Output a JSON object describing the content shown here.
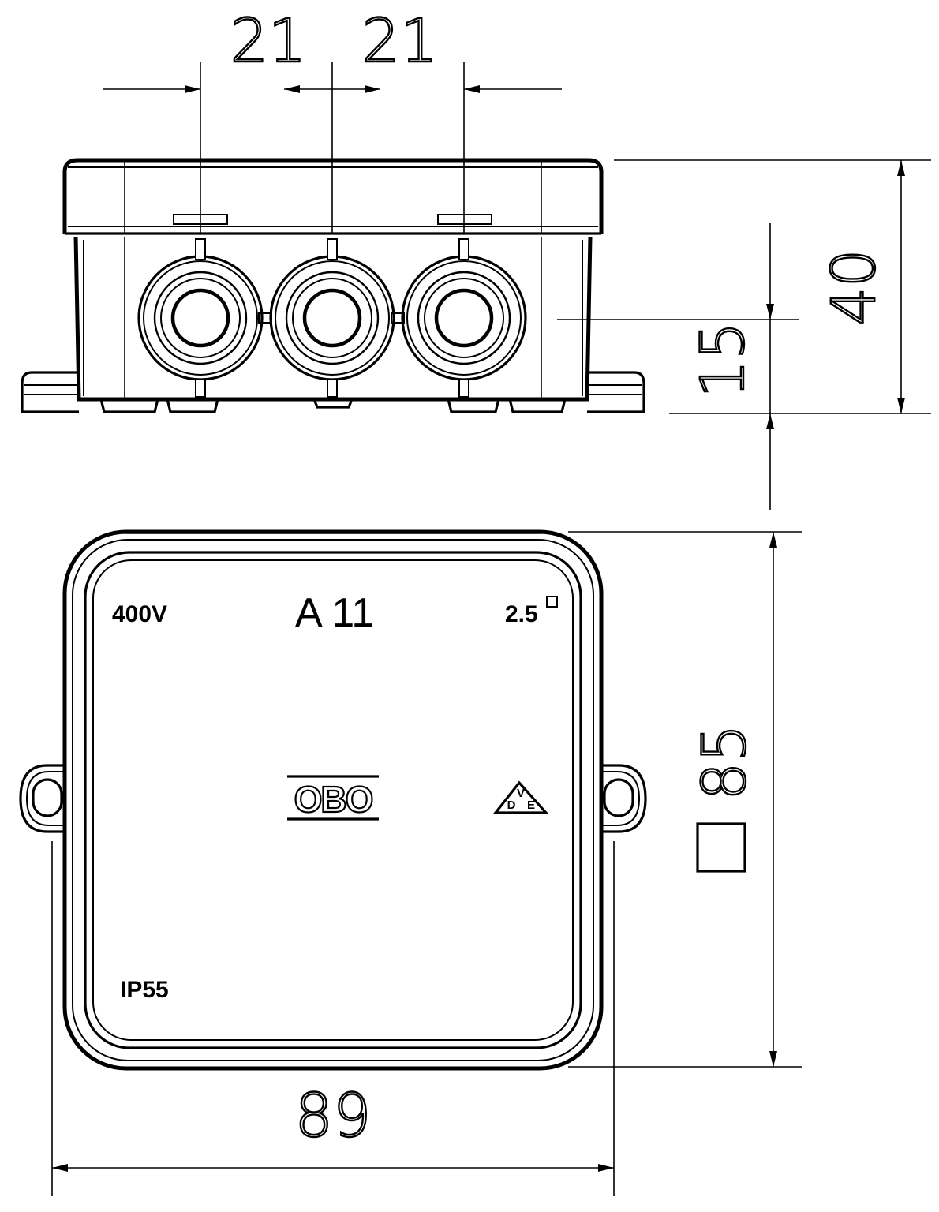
{
  "side_view": {
    "dim_top_left": "21",
    "dim_top_right": "21",
    "dim_height_total": "40",
    "dim_entry_height": "15"
  },
  "top_view": {
    "label_voltage": "400V",
    "label_model": "A 11",
    "label_cross_section": "2.5",
    "label_protection": "IP55",
    "logo_text": "OBO",
    "approval_letters": [
      "V",
      "D",
      "E"
    ],
    "dim_width": "89",
    "dim_square": "85"
  }
}
